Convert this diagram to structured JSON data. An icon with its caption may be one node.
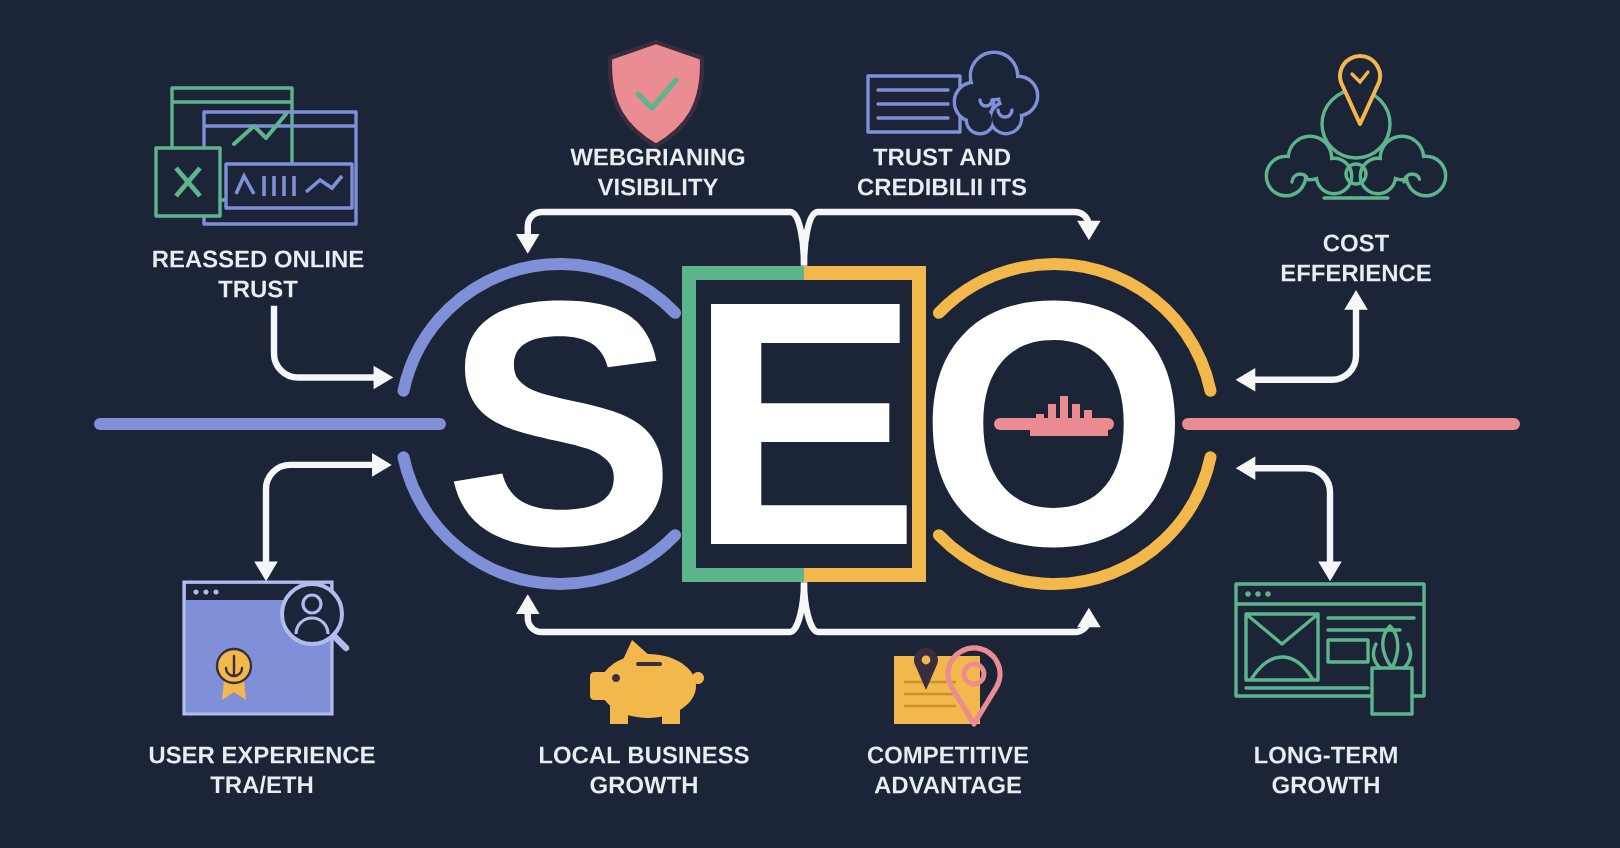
{
  "diagram": {
    "nodes": [
      {
        "text": [
          "REASSED ONLINE TRUST"
        ]
      },
      {
        "text": [
          "WEBGRIANING VISIBILITY"
        ]
      },
      {
        "text": [
          "TRUST AND CREDIBILII ITS"
        ]
      },
      {
        "text": [
          "COST EFFERIENCE"
        ]
      },
      {
        "text": [
          "S"
        ]
      },
      {
        "text": [
          "E"
        ]
      },
      {
        "text": [
          "O"
        ]
      },
      {
        "text": [],
        "shape": "picture",
        "beside": [
          "USER EXPERIENCE TRA/ETH"
        ]
      },
      {
        "text": [
          "LOCAL BUSINESS GROWTH"
        ]
      },
      {
        "text": [
          "COMPETITIVE ADVANTAGE"
        ]
      },
      {
        "text": [],
        "shape": "picture",
        "beside": [
          "LONG-TERM GROWTH"
        ]
      }
    ],
    "edges": [
      {
        "from": 0,
        "to": 4,
        "arrow": "to"
      },
      {
        "from": 5,
        "to": 4,
        "arrow": "to"
      },
      {
        "from": 5,
        "to": 6,
        "arrow": "to"
      },
      {
        "from": 3,
        "to": 6,
        "arrow": "both"
      },
      {
        "from": 7,
        "to": 4,
        "arrow": "both"
      },
      {
        "from": 5,
        "to": 4,
        "arrow": "to"
      },
      {
        "from": 5,
        "to": 6,
        "arrow": "to"
      },
      {
        "from": 10,
        "to": 6,
        "arrow": "both"
      }
    ]
  }
}
